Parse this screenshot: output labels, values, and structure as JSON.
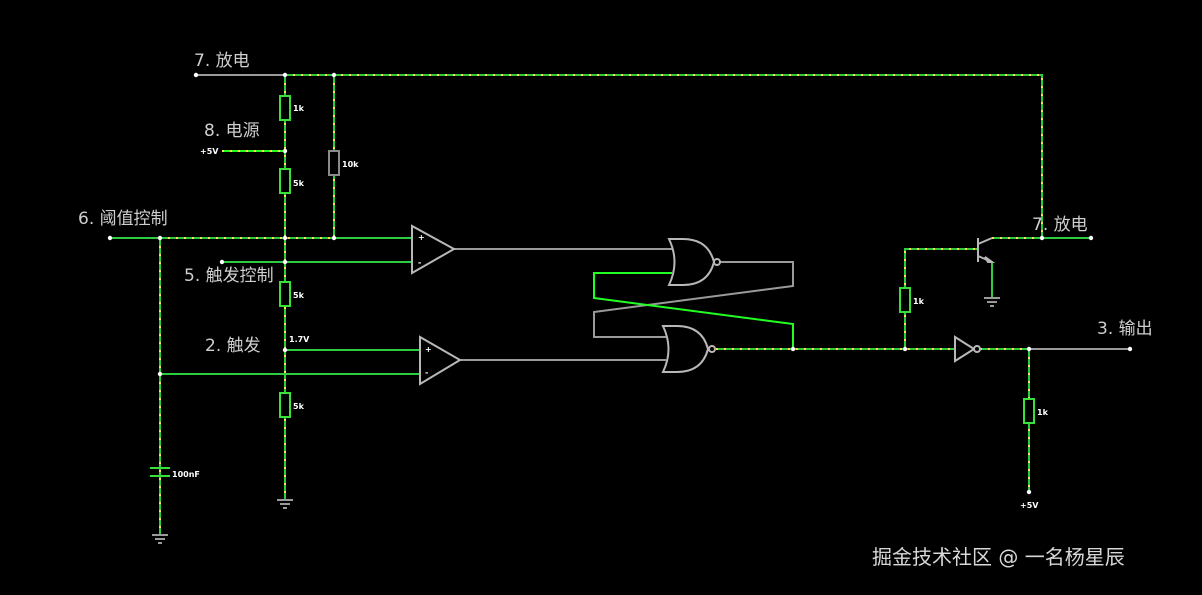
{
  "labels": {
    "discharge_top": "7. 放电",
    "power": "8. 电源",
    "threshold": "6. 阈值控制",
    "control": "5. 触发控制",
    "trigger": "2. 触发",
    "discharge_right": "7. 放电",
    "output": "3. 输出"
  },
  "values": {
    "r_top": "1k",
    "r_10k": "10k",
    "r_5k_a": "5k",
    "r_5k_b": "5k",
    "r_5k_c": "5k",
    "r_base": "1k",
    "r_out": "1k",
    "vcc_left": "+5V",
    "vcc_bottom": "+5V",
    "cap": "100nF",
    "v_ref": "1.7V",
    "plus": "+",
    "minus": "-"
  },
  "watermark": "掘金技术社区 @ 一名杨星辰",
  "colors": {
    "background": "#000000",
    "wire_active": "#2ecc40",
    "wire_inactive": "#9a9a9a",
    "current_dots": "#ffe14d"
  }
}
